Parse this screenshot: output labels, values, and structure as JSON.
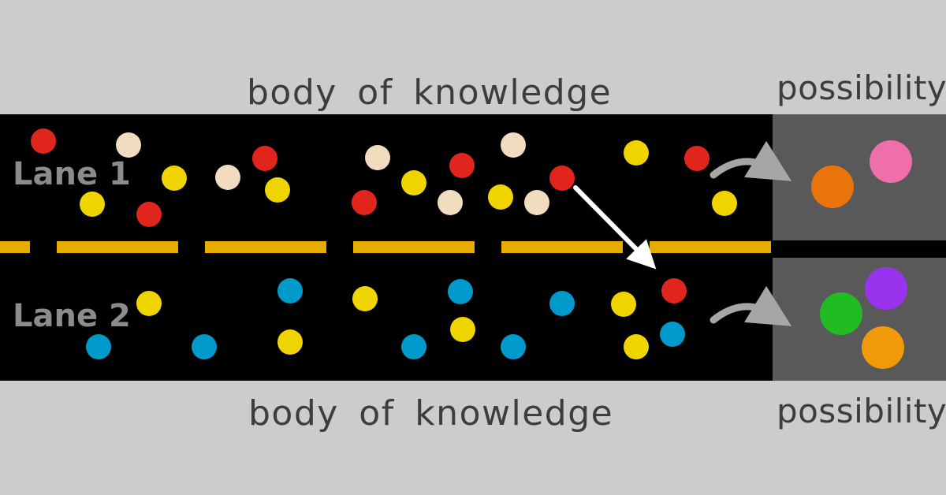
{
  "captions": {
    "top_area": "body of knowledge",
    "bottom_area": "body of knowledge",
    "top_destination": "possibility",
    "bottom_destination": "possibility"
  },
  "lanes": [
    {
      "label": "Lane 1"
    },
    {
      "label": "Lane 2"
    }
  ],
  "colors": {
    "page_background": "#cccccc",
    "road": "#000000",
    "possibility_box": "#595959",
    "lane_divider": "#e6ac00",
    "caption_text": "#3d3d3d",
    "lane_label_text": "#8c8c8c",
    "curved_arrow": "#a6a6a6",
    "crossing_arrow": "#ffffff",
    "dot_red": "#e0261c",
    "dot_yellow": "#f0d400",
    "dot_cream": "#f2dcc0",
    "dot_blue": "#0099cc",
    "dot_orange_dark": "#e8740a",
    "dot_pink": "#f06eaa",
    "dot_green": "#22bb22",
    "dot_purple": "#9933ee",
    "dot_orange": "#f09a0a"
  },
  "icons": {
    "crossing": "lane-change-arrow-icon",
    "to_possibility": "curved-arrow-icon"
  }
}
